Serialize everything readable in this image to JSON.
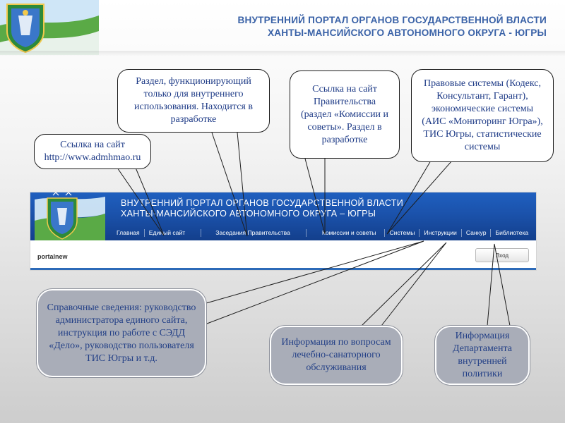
{
  "slide": {
    "title_line1": "ВНУТРЕННИЙ ПОРТАЛ ОРГАНОВ ГОСУДАРСТВЕННОЙ ВЛАСТИ",
    "title_line2": "ХАНТЫ-МАНСИЙСКОГО АВТОНОМНОГО ОКРУГА - ЮГРЫ"
  },
  "portal": {
    "title_line1": "ВНУТРЕННИЙ ПОРТАЛ ОРГАНОВ ГОСУДАРСТВЕННОЙ ВЛАСТИ",
    "title_line2": "ХАНТЫ-МАНСИЙСКОГО АВТОНОМНОГО ОКРУГА – ЮГРЫ",
    "nav": [
      "Главная",
      "Единый сайт",
      "Заседания Правительства",
      "Комиссии и советы",
      "Системы",
      "Инструкции",
      "Санкур",
      "Библиотека"
    ],
    "page_name": "portalnew",
    "login_label": "Вход"
  },
  "callouts": {
    "internal_section": "Раздел, функционирующий только для внутреннего использования. Находится в разработке",
    "site_link": "Ссылка на сайт http://www.admhmao.ru",
    "gov_link": "Ссылка на сайт Правительства (раздел «Комиссии и советы». Раздел в разработке",
    "legal_systems": "Правовые системы (Кодекс, Консультант, Гарант), экономические системы (АИС «Мониторинг Югра»), ТИС Югры, статистические системы",
    "reference_info": "Справочные сведения: руководство администратора единого сайта, инструкция по работе с СЭДД «Дело», руководство пользователя ТИС Югры и т.д.",
    "sanatorium_info": "Информация по вопросам лечебно-санаторного обслуживания",
    "department_info": "Информация Департамента внутренней политики"
  },
  "colors": {
    "title_blue": "#3a62a7",
    "banner_blue": "#1b52ab",
    "callout_text": "#1d3a86",
    "callout_grey": "#a9adb8"
  },
  "icons": {
    "slide_logo": "coat-of-arms-icon",
    "portal_logo": "coat-of-arms-icon"
  }
}
